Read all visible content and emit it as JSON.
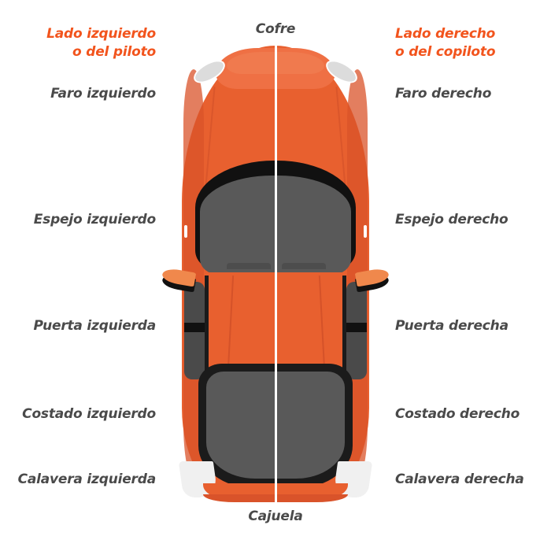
{
  "diagram": {
    "title_left": "Lado izquierdo\no del piloto",
    "subject": "car-top-view"
  },
  "labels": {
    "left_side_heading_line1": "Lado izquierdo",
    "left_side_heading_line2": "o del piloto",
    "right_side_heading_line1": "Lado derecho",
    "right_side_heading_line2": "o del copiloto",
    "top_center": "Cofre",
    "bottom_center": "Cajuela",
    "left": [
      {
        "name": "faro-izquierdo",
        "text": "Faro izquierdo"
      },
      {
        "name": "espejo-izquierdo",
        "text": "Espejo izquierdo"
      },
      {
        "name": "puerta-izquierda",
        "text": "Puerta izquierda"
      },
      {
        "name": "costado-izquierdo",
        "text": "Costado izquierdo"
      },
      {
        "name": "calavera-izquierda",
        "text": "Calavera izquierda"
      }
    ],
    "right": [
      {
        "name": "faro-derecho",
        "text": "Faro derecho"
      },
      {
        "name": "espejo-derecho",
        "text": "Espejo derecho"
      },
      {
        "name": "puerta-derecha",
        "text": "Puerta derecha"
      },
      {
        "name": "costado-derecho",
        "text": "Costado derecho"
      },
      {
        "name": "calavera-derecha",
        "text": "Calavera derecha"
      }
    ]
  },
  "colors": {
    "accent_orange": "#f2541d",
    "body_orange": "#e8602f",
    "body_orange_dark": "#d9532a",
    "hood_light": "#ef7044",
    "mirror_orange": "#f0884c",
    "glass_gray": "#595959",
    "trim_black": "#111111",
    "label_gray": "#4a4a4a",
    "headlight_gray": "#dcdcdc",
    "taillight_white": "#f0f0f0",
    "background": "#ffffff"
  }
}
